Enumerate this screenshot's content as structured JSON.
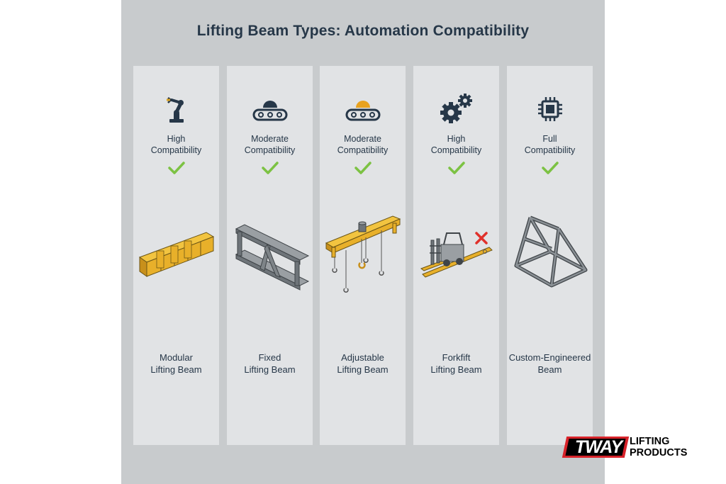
{
  "title": "Lifting Beam Types: Automation Compatibility",
  "cards": [
    {
      "icon": "robot-arm-icon",
      "compat_line1": "High",
      "compat_line2": "Compatibility",
      "name_line1": "Modular",
      "name_line2": "Lifting Beam",
      "status": "check"
    },
    {
      "icon": "conveyor-icon",
      "compat_line1": "Moderate",
      "compat_line2": "Compatibility",
      "name_line1": "Fixed",
      "name_line2": "Lifting Beam",
      "status": "check"
    },
    {
      "icon": "conveyor-icon",
      "compat_line1": "Moderate",
      "compat_line2": "Compatibility",
      "name_line1": "Adjustable",
      "name_line2": "Lifting Beam",
      "status": "check"
    },
    {
      "icon": "gears-icon",
      "compat_line1": "High",
      "compat_line2": "Compatibility",
      "name_line1": "Forkfift",
      "name_line2": "Lifting Beam",
      "status": "check"
    },
    {
      "icon": "chip-icon",
      "compat_line1": "Full",
      "compat_line2": "Compatibility",
      "name_line1": "Custom-Engineered",
      "name_line2": "Beam",
      "status": "check"
    }
  ],
  "logo": {
    "brand": "TWAY",
    "line1": "LIFTING",
    "line2": "PRODUCTS"
  },
  "colors": {
    "navy": "#263748",
    "check_green": "#7cc243",
    "beam_yellow": "#e8b02a",
    "steel_gray": "#6e7479",
    "cross_red": "#e0312b",
    "brand_red": "#d8232a"
  }
}
